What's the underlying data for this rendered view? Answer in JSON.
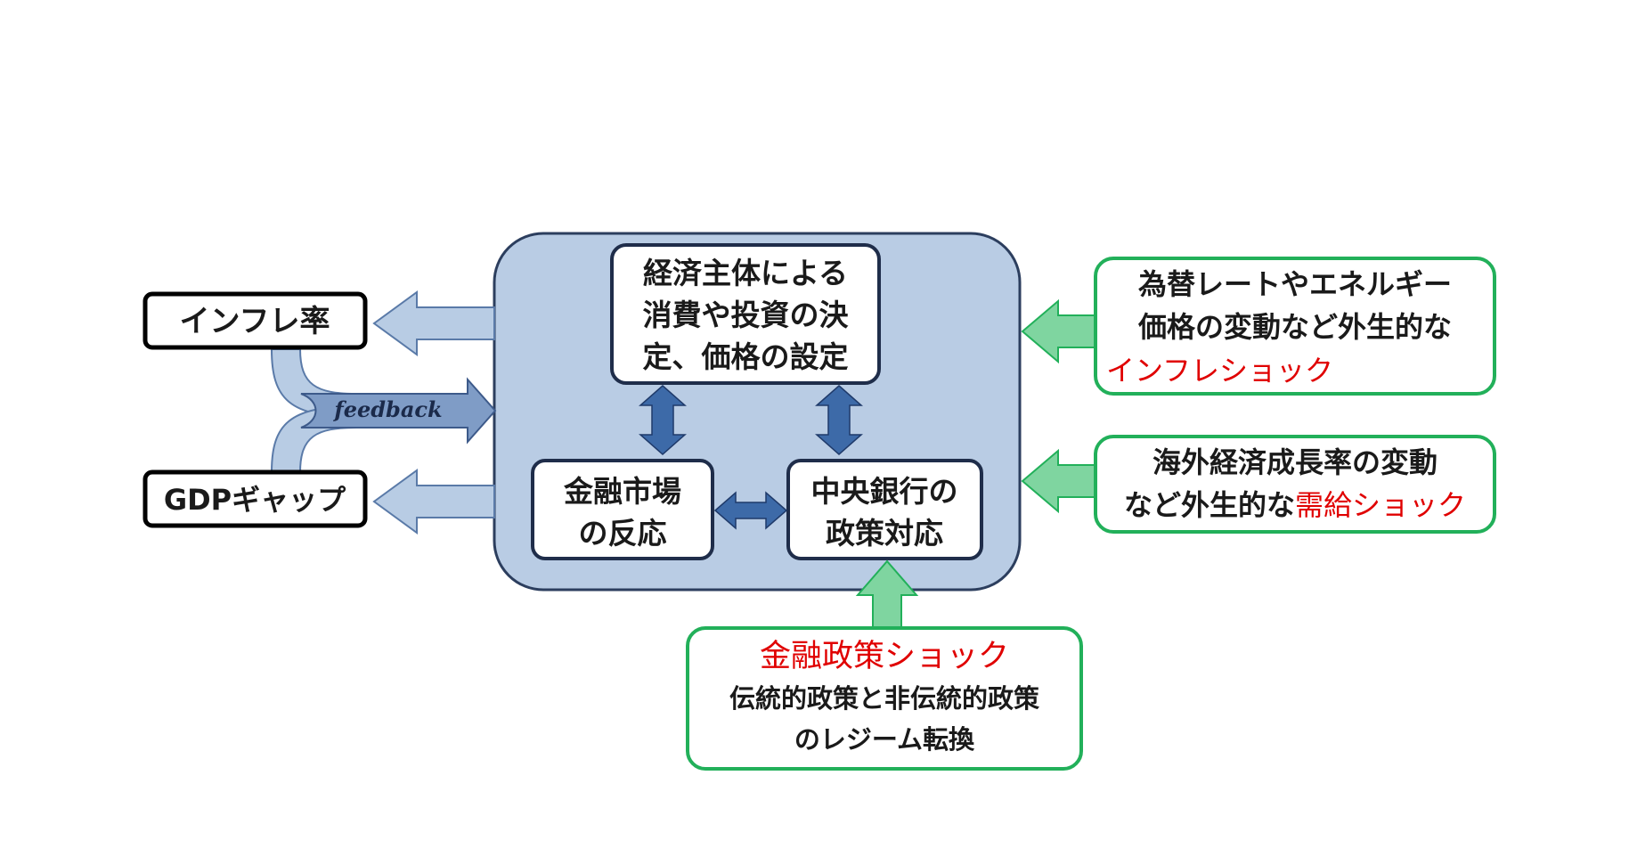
{
  "colors": {
    "central_fill": "#b9cce4",
    "central_stroke": "#2c3e5e",
    "blue_arrow": "#3d6aa8",
    "pale_arrow": "#b8cce4",
    "green_stroke": "#22b05a",
    "green_arrow": "#7fd5a0",
    "shock_red": "#e00000"
  },
  "outputs": {
    "inflation": "インフレ率",
    "gdp_gap": "GDPギャップ",
    "feedback": "feedback"
  },
  "center": {
    "agents": [
      "経済主体による",
      "消費や投資の決",
      "定、価格の設定"
    ],
    "market": [
      "金融市場",
      "の反応"
    ],
    "central_bank": [
      "中央銀行の",
      "政策対応"
    ]
  },
  "shocks": {
    "inflation_shock": {
      "lines": [
        "為替レートやエネルギー",
        "価格の変動など外生的な"
      ],
      "highlight": "インフレショック"
    },
    "demand_supply_shock": {
      "line1": "海外経済成長率の変動",
      "line2_prefix": "など外生的な",
      "highlight": "需給ショック"
    },
    "monetary_shock": {
      "highlight": "金融政策ショック",
      "lines": [
        "伝統的政策と非伝統的政策",
        "のレジーム転換"
      ]
    }
  }
}
